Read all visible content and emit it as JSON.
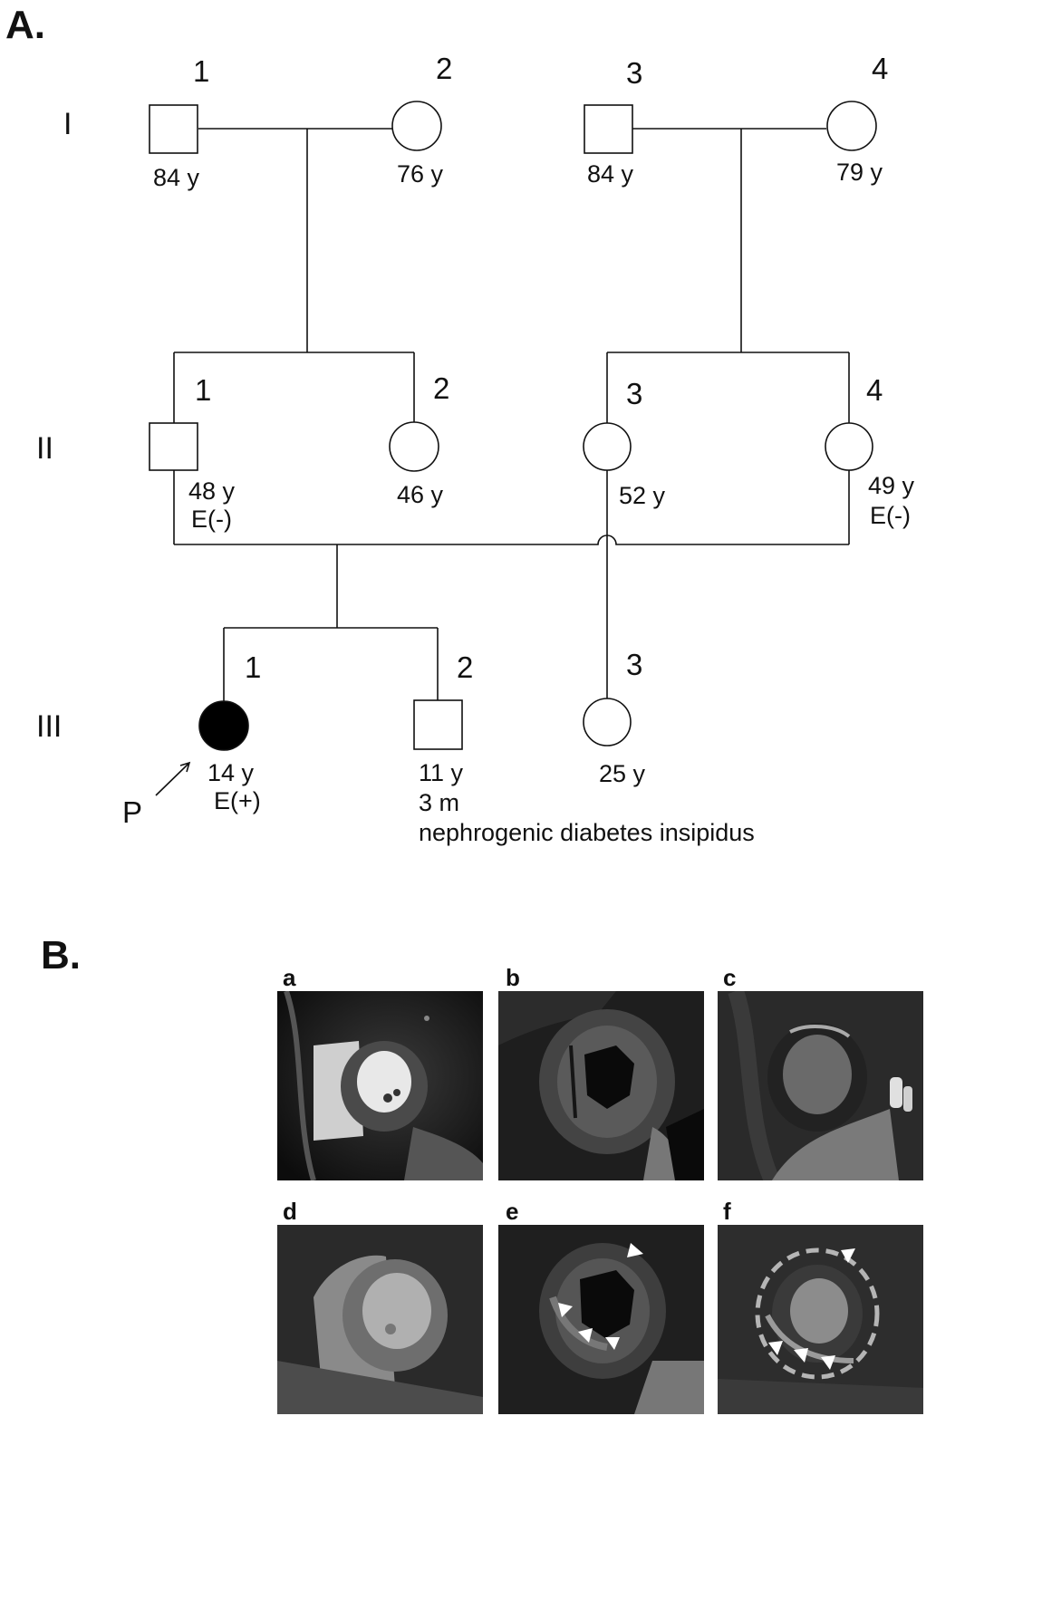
{
  "panel_a": {
    "label": "A.",
    "generations": [
      "I",
      "II",
      "III"
    ],
    "proband_marker": "P",
    "gen1": [
      {
        "number": "1",
        "sex": "male",
        "age": "84 y"
      },
      {
        "number": "2",
        "sex": "female",
        "age": "76 y"
      },
      {
        "number": "3",
        "sex": "male",
        "age": "84 y"
      },
      {
        "number": "4",
        "sex": "female",
        "age": "79 y"
      }
    ],
    "gen2": [
      {
        "number": "1",
        "sex": "male",
        "age": "48 y",
        "status": "E(-)"
      },
      {
        "number": "2",
        "sex": "female",
        "age": "46 y"
      },
      {
        "number": "3",
        "sex": "female",
        "age": "52 y"
      },
      {
        "number": "4",
        "sex": "female",
        "age": "49 y",
        "status": "E(-)"
      }
    ],
    "gen3": [
      {
        "number": "1",
        "sex": "female",
        "affected": true,
        "age": "14 y",
        "status": "E(+)"
      },
      {
        "number": "2",
        "sex": "male",
        "age": "11 y",
        "age_months": "3 m",
        "note": "nephrogenic diabetes insipidus"
      },
      {
        "number": "3",
        "sex": "female",
        "age": "25 y"
      }
    ]
  },
  "panel_b": {
    "label": "B.",
    "images": [
      {
        "label": "a",
        "arrowheads": 0
      },
      {
        "label": "b",
        "arrowheads": 0
      },
      {
        "label": "c",
        "arrowheads": 0
      },
      {
        "label": "d",
        "arrowheads": 0
      },
      {
        "label": "e",
        "arrowheads": 4
      },
      {
        "label": "f",
        "arrowheads": 4
      }
    ]
  }
}
